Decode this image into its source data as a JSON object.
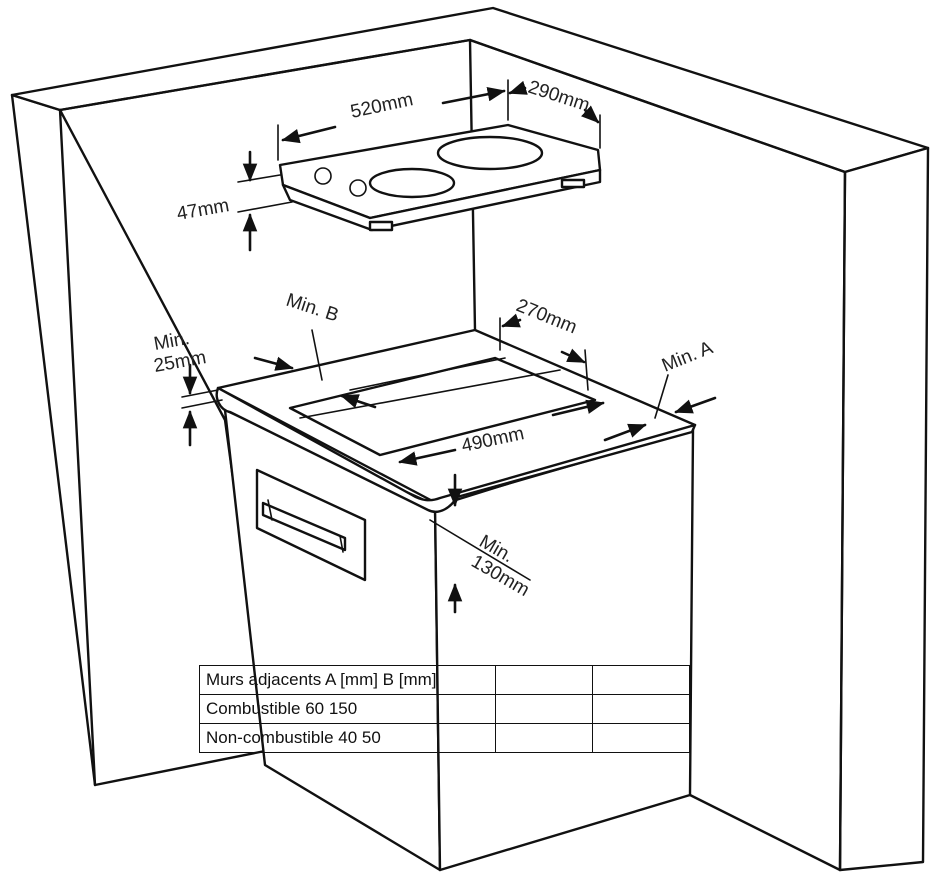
{
  "labels": {
    "hob_width": "520mm",
    "hob_depth": "290mm",
    "hob_height": "47mm",
    "cutout_depth": "270mm",
    "cutout_width": "490mm",
    "min_b": "Min. B",
    "min_a": "Min. A",
    "min_25_line1": "Min.",
    "min_25_line2": "25mm",
    "min_130_line1": "Min.",
    "min_130_line2": "130mm"
  },
  "table": {
    "rows": [
      [
        "Murs adjacents A [mm] B [mm]",
        "",
        ""
      ],
      [
        "Combustible 60 150",
        "",
        ""
      ],
      [
        "Non-combustible 40 50",
        "",
        ""
      ]
    ]
  }
}
